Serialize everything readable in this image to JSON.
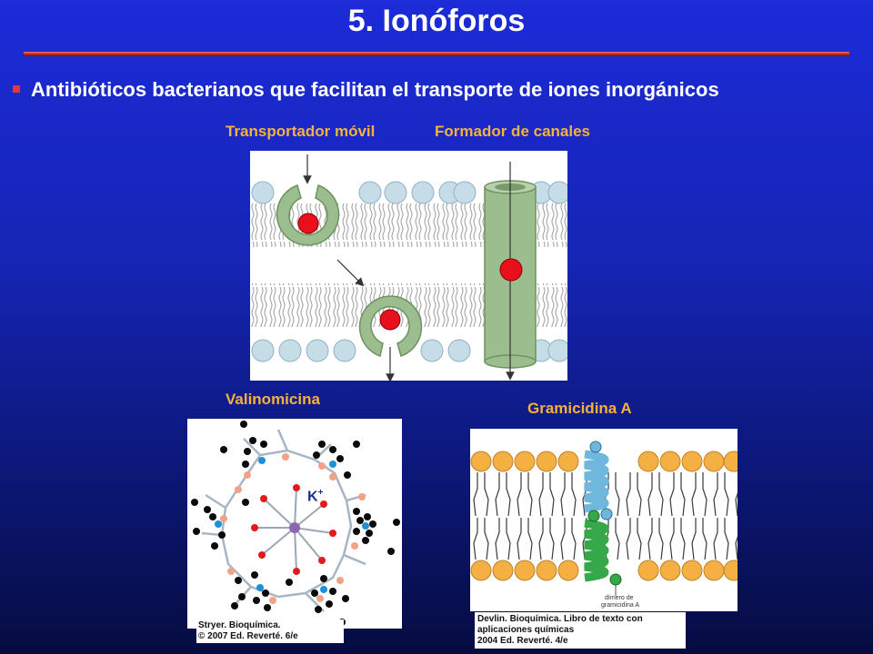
{
  "slide": {
    "title": "5. Ionóforos",
    "bullet": "Antibióticos bacterianos que facilitan el transporte de iones inorgánicos"
  },
  "figure_top": {
    "label_left": "Transportador móvil",
    "label_right": "Formador de canales"
  },
  "valinomicina": {
    "label": "Valinomicina",
    "ion_label": "K",
    "ion_charge": "+",
    "credit_line1": "Stryer. Bioquímica.",
    "credit_line2": "© 2007 Ed. Reverté. 6/e"
  },
  "gramicidina": {
    "label": "Gramicidina A",
    "dimer_label_line1": "dímero de",
    "dimer_label_line2": "gramicidina A",
    "credit_line1": "Devlin. Bioquímica. Libro de texto con",
    "credit_line2": "aplicaciones químicas",
    "credit_line3": "2004 Ed. Reverté. 4/e"
  },
  "colors": {
    "accent_label": "#f6b23a",
    "title_rule": "#c0281e",
    "ion": "#e8101a",
    "carrier": "#9cbd8e",
    "lipid_head": "#c6dde8",
    "helix_blue": "#6fb7dc",
    "helix_green": "#35a84a",
    "head_orange": "#f4b043"
  }
}
